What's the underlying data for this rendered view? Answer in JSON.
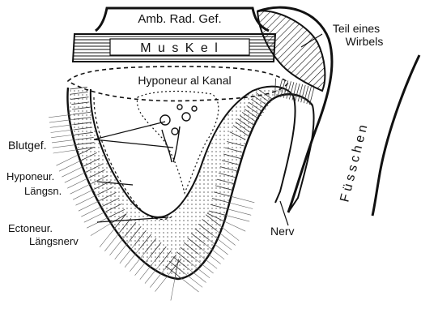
{
  "figure": {
    "labels": {
      "amb_rad_gef": "Amb. Rad. Gef.",
      "muskel": "M u s K e l",
      "teil_eines": "Teil eines",
      "wirbels": "Wirbels",
      "hyponeural_kanal": "Hyponeur al Kanal",
      "blutgef": "Blutgef.",
      "hyponeur": "Hyponeur.",
      "laengsn": "Längsn.",
      "ectoneur": "Ectoneur.",
      "laengsnerv": "Längsnerv",
      "nerv": "Nerv",
      "fuesschen": "Füsschen"
    },
    "colors": {
      "ink": "#111111",
      "background": "#ffffff"
    }
  }
}
